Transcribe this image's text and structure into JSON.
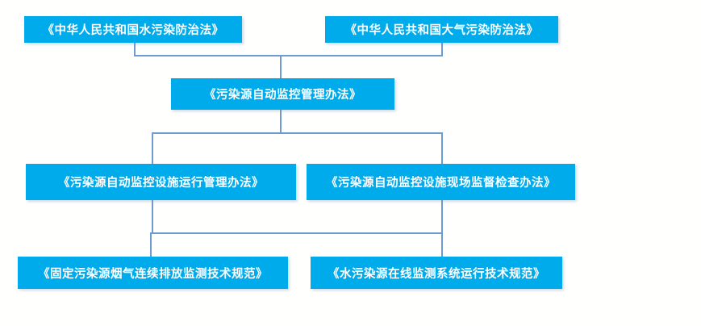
{
  "diagram": {
    "type": "hierarchy-flowchart",
    "background_color": "#ffffff",
    "node_fill_color": "#00abec",
    "node_text_color": "#ffffff",
    "connector_color": "#6e9bd1",
    "rows": [
      {
        "level": 1,
        "nodes": [
          {
            "id": "law-water",
            "label": "《中华人民共和国水污染防治法》"
          },
          {
            "id": "law-air",
            "label": "《中华人民共和国大气污染防治法》"
          }
        ]
      },
      {
        "level": 2,
        "nodes": [
          {
            "id": "measure-auto-monitor",
            "label": "《污染源自动监控管理办法》"
          }
        ]
      },
      {
        "level": 3,
        "nodes": [
          {
            "id": "measure-facility-operation",
            "label": "《污染源自动监控设施运行管理办法》"
          },
          {
            "id": "measure-onsite-supervision",
            "label": "《污染源自动监控设施现场监督检查办法》"
          }
        ]
      },
      {
        "level": 4,
        "nodes": [
          {
            "id": "spec-cems",
            "label": "《固定污染源烟气连续排放监测技术规范》"
          },
          {
            "id": "spec-water-online",
            "label": "《水污染源在线监测系统运行技术规范》"
          }
        ]
      }
    ]
  }
}
